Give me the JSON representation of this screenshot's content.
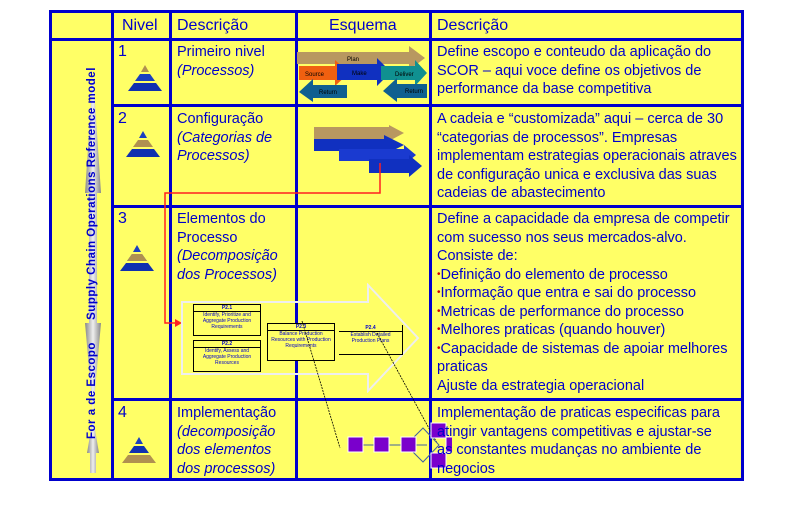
{
  "header": {
    "col_nivel": "Nivel",
    "col_descricao": "Descrição",
    "col_esquema": "Esquema",
    "col_descricao2": "Descrição"
  },
  "side_label": {
    "scope_out": "For a de Escopo",
    "model": "Supply Chain Operations  Reference model"
  },
  "rows": [
    {
      "level": "1",
      "title": "Primeiro nivel",
      "subtitle": "(Processos)",
      "description": "Define escopo e conteudo da aplicação do SCOR – aqui voce define os objetivos de performance da base competitiva"
    },
    {
      "level": "2",
      "title": "Configuração",
      "subtitle": "(Categorias de Processos)",
      "description": "A cadeia e “customizada” aqui – cerca de 30 “categorias de processos”. Empresas implementam estrategias operacionais atraves de configuração unica e exclusiva das suas cadeias de abastecimento"
    },
    {
      "level": "3",
      "title": "Elementos do Processo",
      "subtitle": "(Decomposição dos Processos)",
      "intro": "Define a capacidade da empresa de competir com sucesso nos seus mercados-alvo. Consiste de:",
      "bullets": [
        "Definição do elemento de processo",
        "Informação que entra e sai do processo",
        "Metricas de performance do processo",
        "Melhores praticas (quando houver)",
        "Capacidade de sistemas de apoiar melhores praticas"
      ],
      "closing": "Ajuste da estrategia operacional"
    },
    {
      "level": "4",
      "title": "Implementação",
      "subtitle": "(decomposição dos elementos dos processos)",
      "description": "Implementação de praticas especificas para atingir vantagens competitivas e ajustar-se as constantes mudanças no ambiente de negocios"
    }
  ],
  "schema_level1": {
    "plan": "Plan",
    "source": "Source",
    "make": "Make",
    "deliver": "Deliver",
    "return1": "Return",
    "return2": "Return"
  },
  "schema_level3": [
    {
      "id": "P2.1",
      "text": "Identify, Prioritize and Aggregate Production Requirements"
    },
    {
      "id": "P2.2",
      "text": "Identify, Assess and Aggregate Production Resources"
    },
    {
      "id": "P2.3",
      "text": "Balance Production Resources with Production Requirements"
    },
    {
      "id": "P2.4",
      "text": "Establish Detailed Production Plans"
    }
  ],
  "colors": {
    "background": "#ffff66",
    "line": "#0000cc",
    "bullet": "#cc0000",
    "node": "#7a00cc"
  }
}
